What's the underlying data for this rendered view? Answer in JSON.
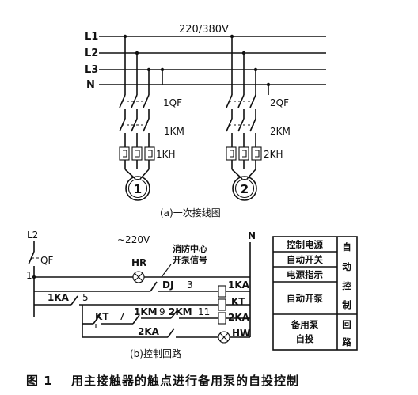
{
  "diagram_a": {
    "voltage": "220/380V",
    "buses": [
      "L1",
      "L2",
      "L3",
      "N"
    ],
    "pump1": {
      "breaker": "1QF",
      "contactor": "1KM",
      "relay": "1KH",
      "motor": "1"
    },
    "pump2": {
      "breaker": "2QF",
      "contactor": "2KM",
      "relay": "2KH",
      "motor": "2"
    },
    "caption": "(a)一次接线图"
  },
  "diagram_b": {
    "l2": "L2",
    "n": "N",
    "qf": "QF",
    "voltage": "~220V",
    "node1": "1",
    "hr": "HR",
    "fire_signal": [
      "消防中心",
      "开泵信号"
    ],
    "dj": "DJ",
    "n3": "3",
    "ka1_coil": "1KA",
    "ka1_contact": "1KA",
    "n5": "5",
    "kt_coil": "KT",
    "kt_contact": "KT",
    "n7": "7",
    "km1": "1KM",
    "n9": "9",
    "km2": "2KM",
    "n11": "11",
    "ka2_coil": "2KA",
    "ka2_contact": "2KA",
    "hw": "HW",
    "caption": "(b)控制回路"
  },
  "legend": {
    "rows": [
      "控制电源",
      "自动开关",
      "电源指示",
      "自动开泵",
      "备用泵",
      "自投"
    ],
    "side": [
      "自",
      "动",
      "控",
      "制",
      "回",
      "路"
    ]
  },
  "figure": {
    "num": "图 1",
    "title": "用主接触器的触点进行备用泵的自投控制"
  }
}
